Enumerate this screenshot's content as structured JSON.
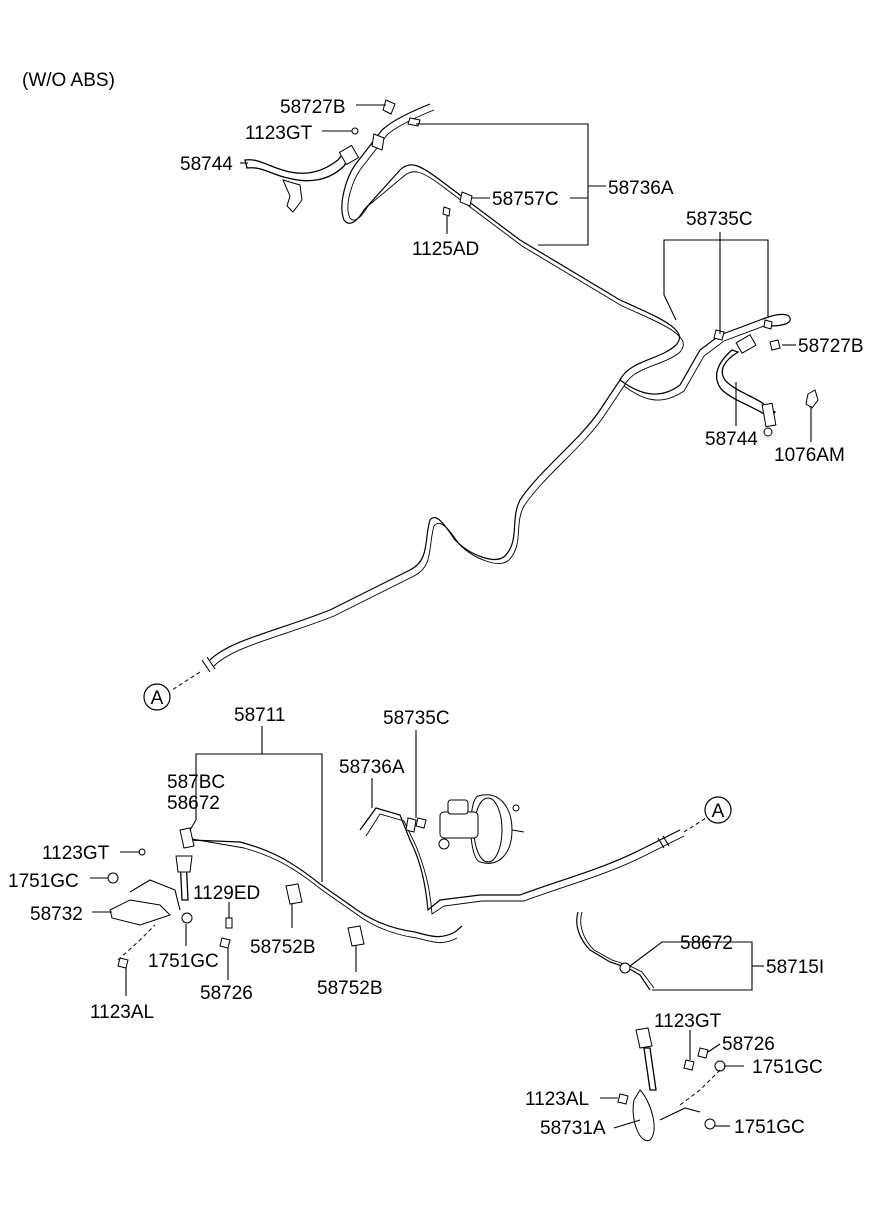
{
  "title": "(W/O ABS)",
  "section_marker": "A",
  "labels": {
    "p58727B_top": "58727B",
    "p1123GT_top": "1123GT",
    "p58744_top": "58744",
    "p58757C": "58757C",
    "p58736A_top": "58736A",
    "p1125AD": "1125AD",
    "p58735C_top": "58735C",
    "p58727B_right": "58727B",
    "p58744_right": "58744",
    "p1076AM": "1076AM",
    "p58711": "58711",
    "p587BC": "587BC",
    "p58672_left": "58672",
    "p58735C_mid": "58735C",
    "p58736A_mid": "58736A",
    "p1123GT_left": "1123GT",
    "p1751GC_left1": "1751GC",
    "p58732": "58732",
    "p1129ED": "1129ED",
    "p1751GC_left2": "1751GC",
    "p58726_left": "58726",
    "p58752B_1": "58752B",
    "p58752B_2": "58752B",
    "p1123AL_left": "1123AL",
    "p58672_right": "58672",
    "p58715I": "58715I",
    "p1123GT_right": "1123GT",
    "p58726_right": "58726",
    "p1751GC_right1": "1751GC",
    "p1123AL_right": "1123AL",
    "p58731A": "58731A",
    "p1751GC_right2": "1751GC"
  }
}
